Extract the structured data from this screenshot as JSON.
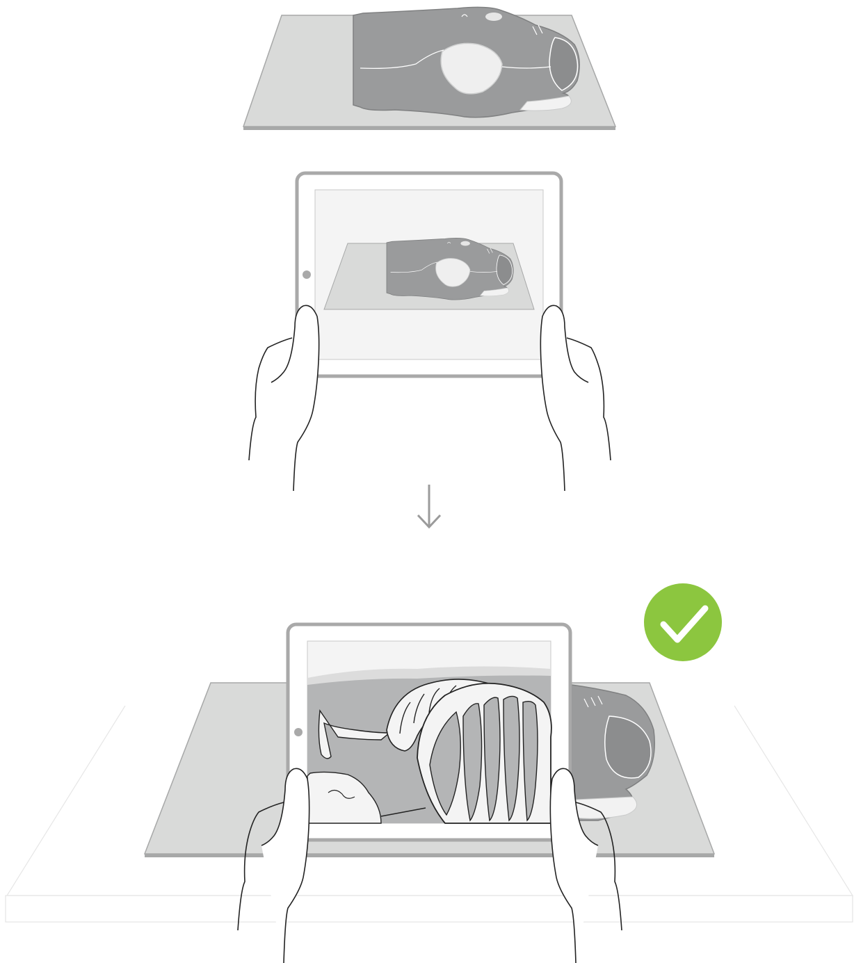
{
  "figure": {
    "steps": [
      {
        "id": "scan-target",
        "icon": "anatomy-model-on-mat-icon"
      },
      {
        "id": "tablet-scanning",
        "icon": "tablet-held-in-hands-icon"
      },
      {
        "id": "direction",
        "icon": "arrow-down-icon"
      },
      {
        "id": "ar-overlay-result",
        "icon": "tablet-ar-ribcage-overlay-icon"
      }
    ],
    "status": {
      "icon": "checkmark-icon",
      "state": "success",
      "color": "#8cc63f"
    }
  },
  "colors": {
    "mat": "#d9dad9",
    "mat_edge": "#a7a8a8",
    "model": "#9a9b9c",
    "tablet_frame": "#a9a9a9",
    "screen": "#f4f4f4",
    "success": "#8cc63f",
    "arrow": "#9b9b9b"
  }
}
